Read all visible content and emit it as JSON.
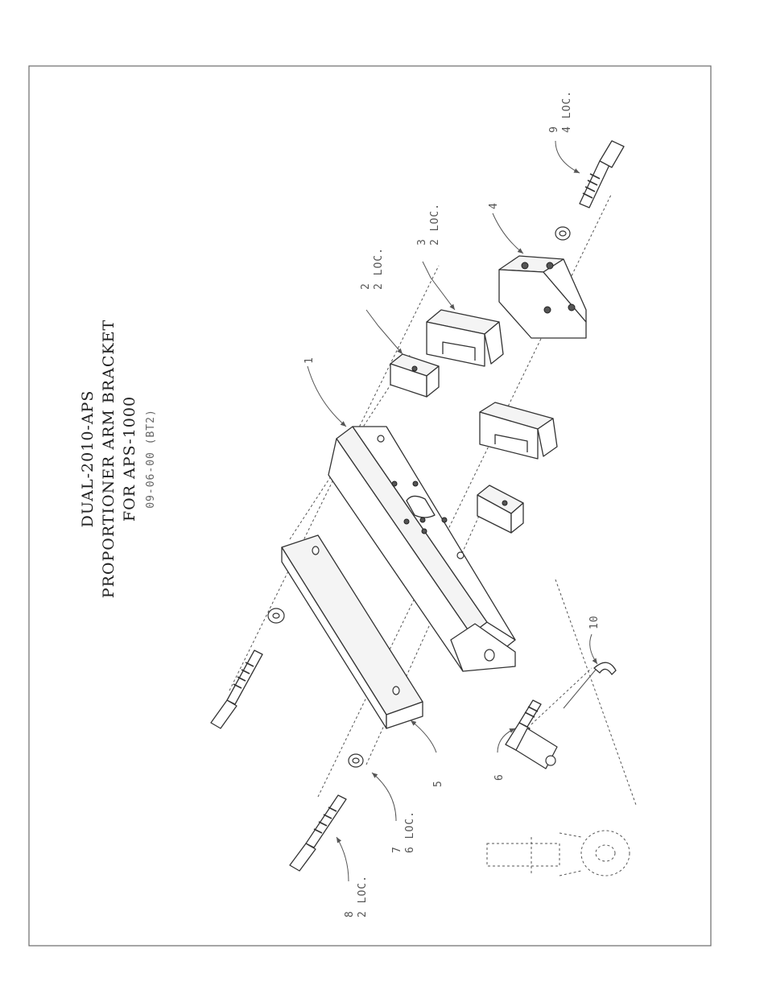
{
  "title": {
    "line1": "DUAL-2010-APS",
    "line2": "PROPORTIONER ARM BRACKET",
    "line3": "FOR APS-1000",
    "date": "09-06-00 (BT2)"
  },
  "callouts": [
    {
      "id": "c1",
      "number": "1",
      "qty": ""
    },
    {
      "id": "c2",
      "number": "2",
      "qty": "2 LOC."
    },
    {
      "id": "c3",
      "number": "3",
      "qty": "2 LOC."
    },
    {
      "id": "c4",
      "number": "4",
      "qty": ""
    },
    {
      "id": "c5",
      "number": "5",
      "qty": ""
    },
    {
      "id": "c6",
      "number": "6",
      "qty": ""
    },
    {
      "id": "c7",
      "number": "7",
      "qty": "6 LOC."
    },
    {
      "id": "c8",
      "number": "8",
      "qty": "2 LOC."
    },
    {
      "id": "c9",
      "number": "9",
      "qty": "4 LOC."
    },
    {
      "id": "c10",
      "number": "10",
      "qty": ""
    }
  ]
}
